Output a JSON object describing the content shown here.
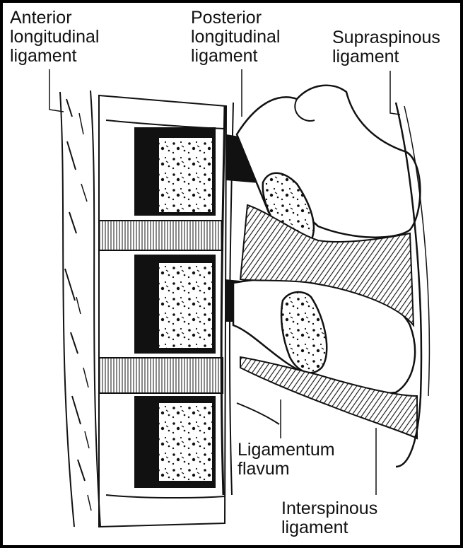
{
  "labels": {
    "anterior": "Anterior\nlongitudinal\nligament",
    "posterior": "Posterior\nlongitudinal\nligament",
    "supraspinous": "Supraspinous\nligament",
    "flavum": "Ligamentum\nflavum",
    "interspinous": "Interspinous\nligament"
  }
}
